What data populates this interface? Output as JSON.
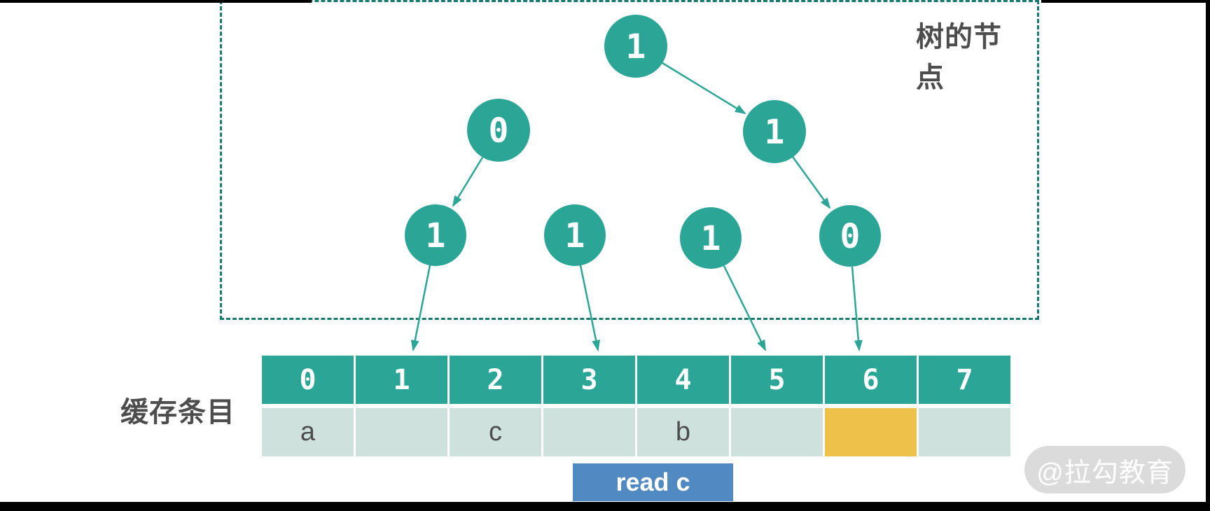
{
  "tree_panel": {
    "label": "树的节点"
  },
  "tree": {
    "nodes": [
      {
        "id": "root",
        "label": "1"
      },
      {
        "id": "left",
        "label": "0"
      },
      {
        "id": "right",
        "label": "1"
      },
      {
        "id": "leaf-0",
        "label": "1"
      },
      {
        "id": "leaf-1",
        "label": "1"
      },
      {
        "id": "leaf-2",
        "label": "1"
      },
      {
        "id": "leaf-3",
        "label": "0"
      }
    ],
    "edges": [
      {
        "from": "root",
        "to": "right"
      },
      {
        "from": "left",
        "to": "leaf-0"
      },
      {
        "from": "right",
        "to": "leaf-3"
      }
    ],
    "leaf_pointers": [
      {
        "from": "leaf-0",
        "to_cell": "1"
      },
      {
        "from": "leaf-1",
        "to_cell": "3"
      },
      {
        "from": "leaf-2",
        "to_cell": "5"
      },
      {
        "from": "leaf-3",
        "to_cell": "6"
      }
    ]
  },
  "cache": {
    "label": "缓存条目",
    "headers": [
      "0",
      "1",
      "2",
      "3",
      "4",
      "5",
      "6",
      "7"
    ],
    "values": [
      "a",
      "",
      "c",
      "",
      "b",
      "",
      "",
      ""
    ],
    "highlighted_column": "6"
  },
  "action": {
    "label": "read c"
  },
  "watermark": {
    "text": "@拉勾教育"
  },
  "colors": {
    "node_teal": "#2BA696",
    "dashed_border": "#1A7A70",
    "cell_light": "#CFE1DD",
    "highlight_yellow": "#EEC24A",
    "button_blue": "#5189C3",
    "label_gray": "#4d4d4d"
  }
}
